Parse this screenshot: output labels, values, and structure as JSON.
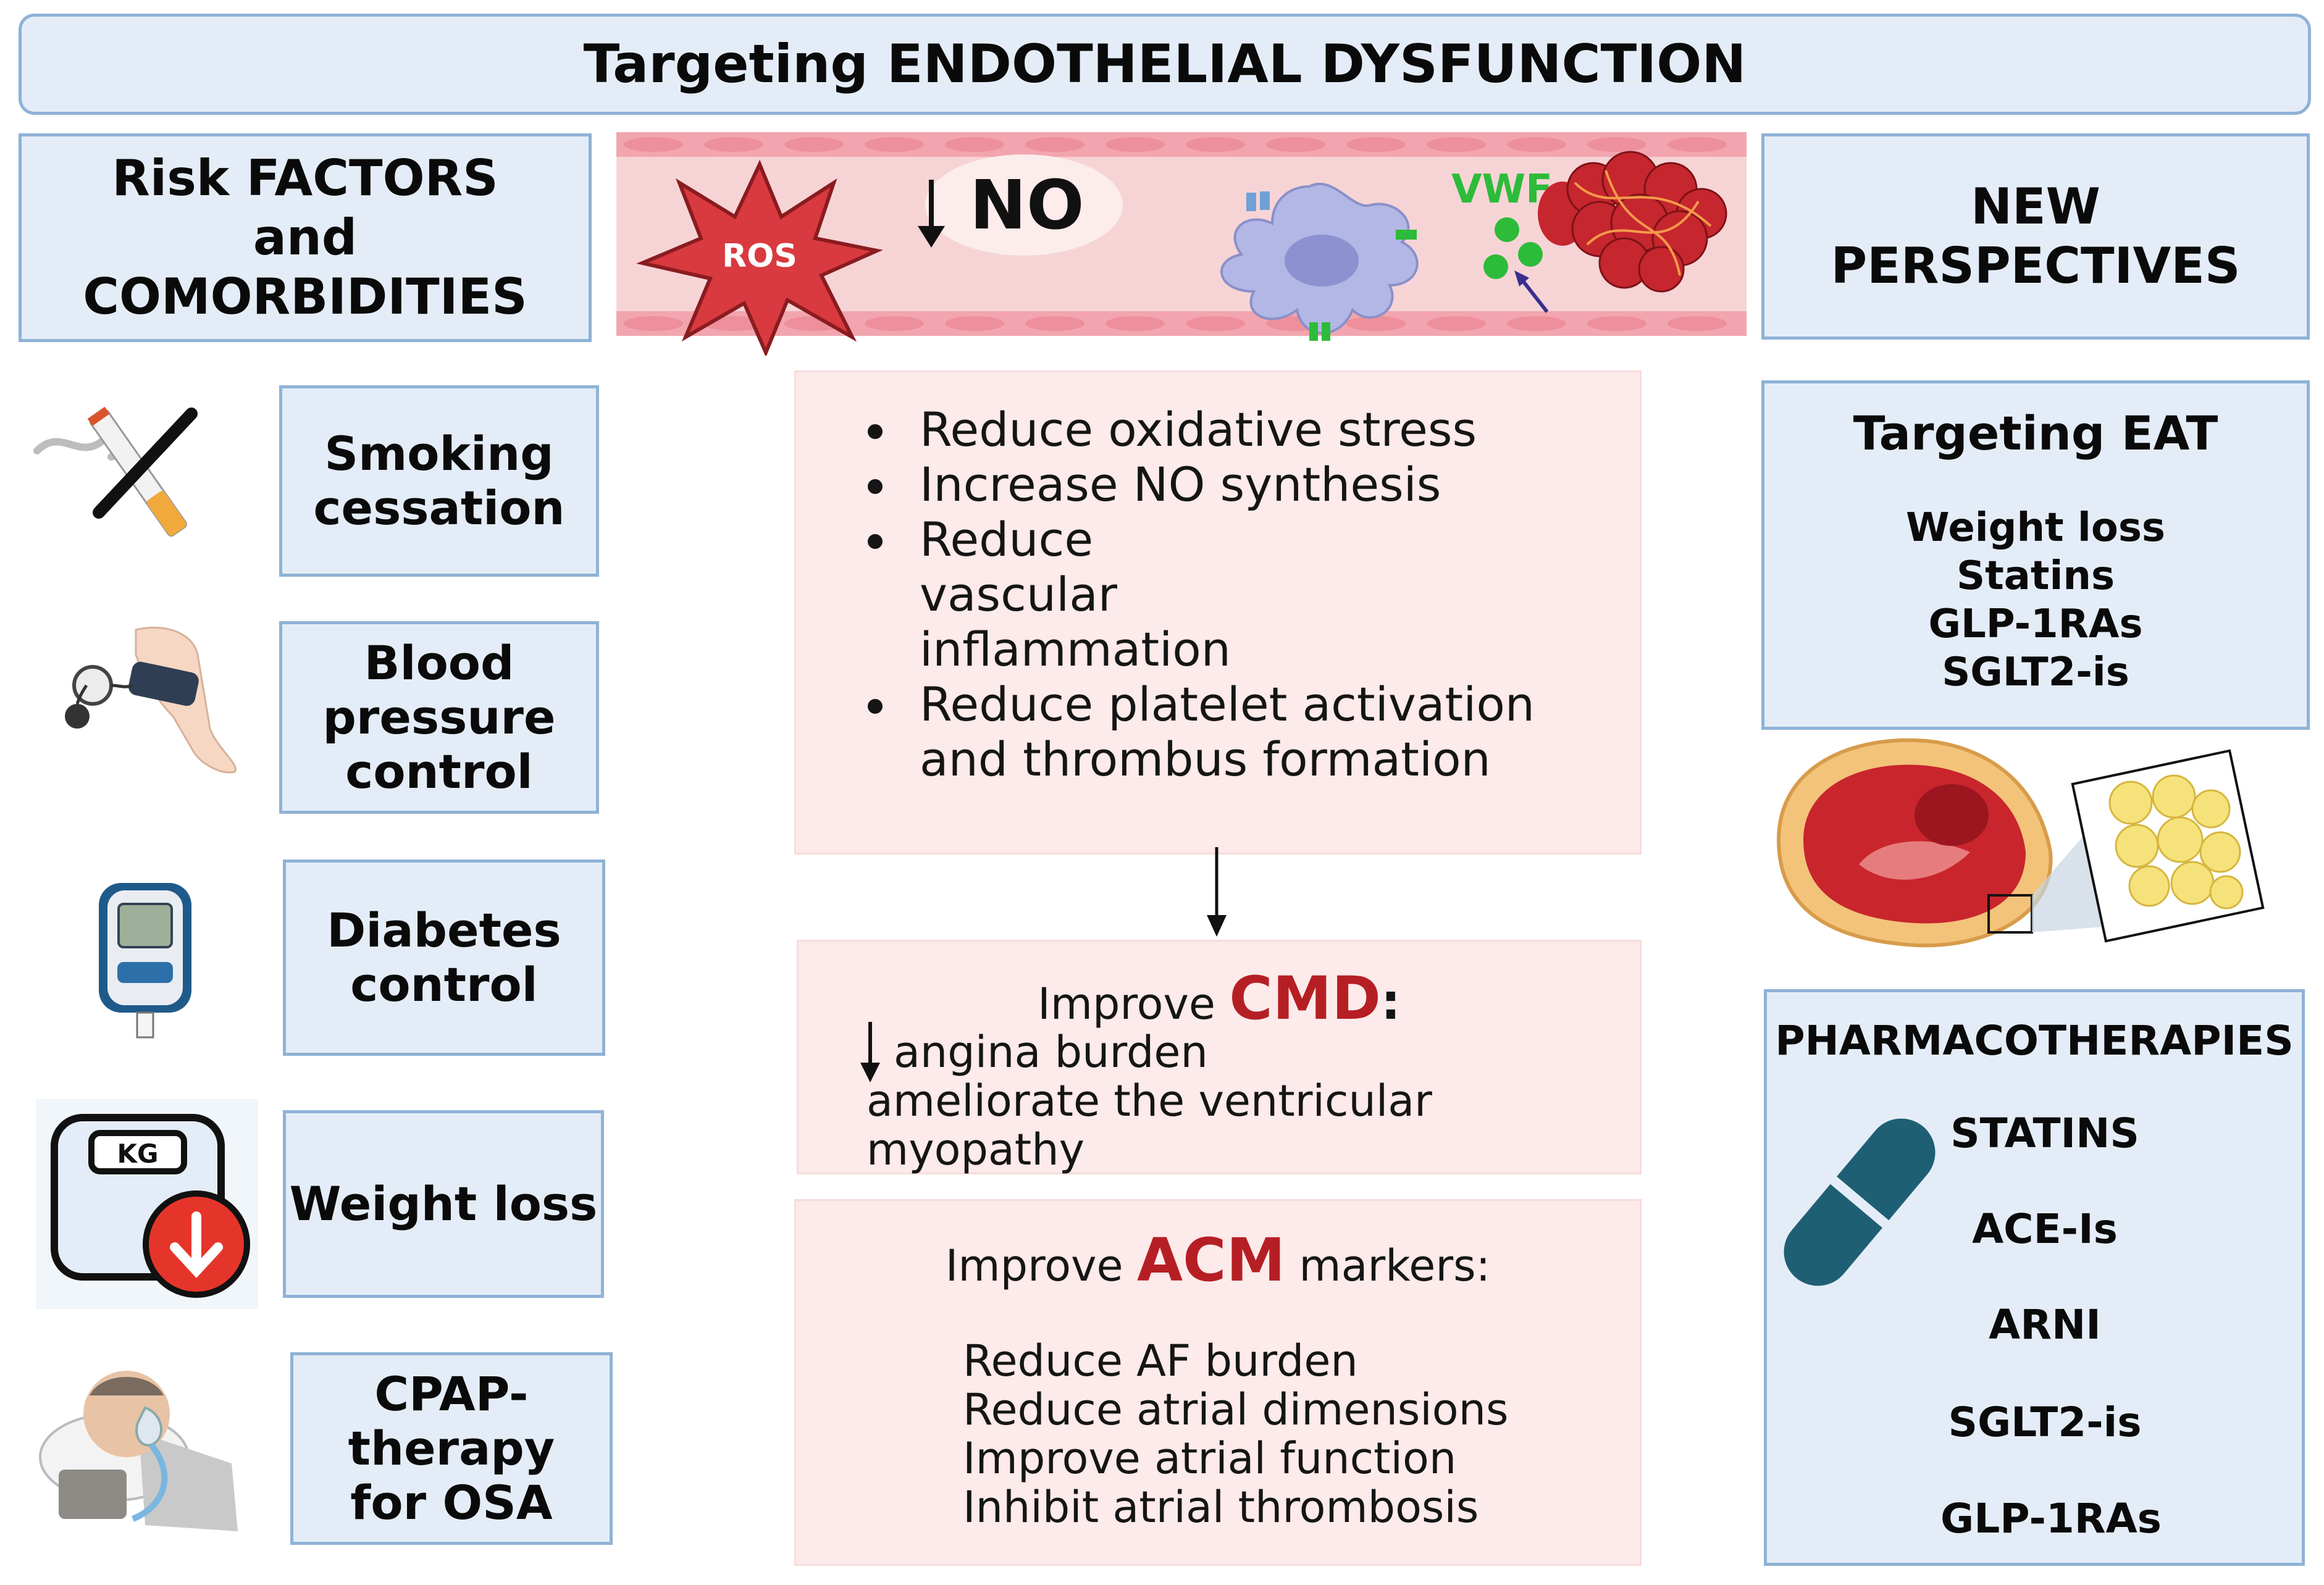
{
  "title": "Targeting ENDOTHELIAL DYSFUNCTION",
  "left_header": [
    "Risk FACTORS",
    "and",
    "COMORBIDITIES"
  ],
  "risk_factors": [
    {
      "label": "Smoking cessation",
      "icon": "no-smoking-icon"
    },
    {
      "label": "Blood pressure control",
      "icon": "blood-pressure-cuff-icon"
    },
    {
      "label": "Diabetes control",
      "icon": "glucometer-icon"
    },
    {
      "label": "Weight loss",
      "icon": "weight-scale-icon"
    },
    {
      "label": "CPAP-therapy for OSA",
      "icon": "cpap-patient-icon"
    }
  ],
  "vessel_labels": {
    "ros": "ROS",
    "no": "NO",
    "vwf": "VWF"
  },
  "strategies": [
    "Reduce oxidative stress",
    "Increase NO synthesis",
    "Reduce vascular inflammation",
    "Reduce platelet activation and thrombus formation"
  ],
  "cmd": {
    "prefix": "Improve",
    "acronym": "CMD",
    "suffix": ":",
    "lines": [
      "angina burden",
      "ameliorate the ventricular myopathy"
    ]
  },
  "acm": {
    "prefix": "Improve",
    "acronym": "ACM",
    "suffix": "markers:",
    "lines": [
      "Reduce AF burden",
      "Reduce atrial dimensions",
      "Improve atrial function",
      "Inhibit atrial thrombosis"
    ]
  },
  "right_header": [
    "NEW",
    "PERSPECTIVES"
  ],
  "eat": {
    "title": "Targeting EAT",
    "items": [
      "Weight loss",
      "Statins",
      "GLP-1RAs",
      "SGLT2-is"
    ]
  },
  "pharmacotherapies": {
    "title": "PHARMACOTHERAPIES",
    "items": [
      "STATINS",
      "ACE-Is",
      "ARNI",
      "SGLT2-is",
      "GLP-1RAs"
    ]
  },
  "colors": {
    "box_fill": "#e4edf7",
    "box_border": "#8fb2d6",
    "panel_fill": "#fdeaea",
    "accent_red": "#b51f24",
    "vwf_green": "#2dbb3a",
    "pill_teal": "#1f5f74"
  }
}
